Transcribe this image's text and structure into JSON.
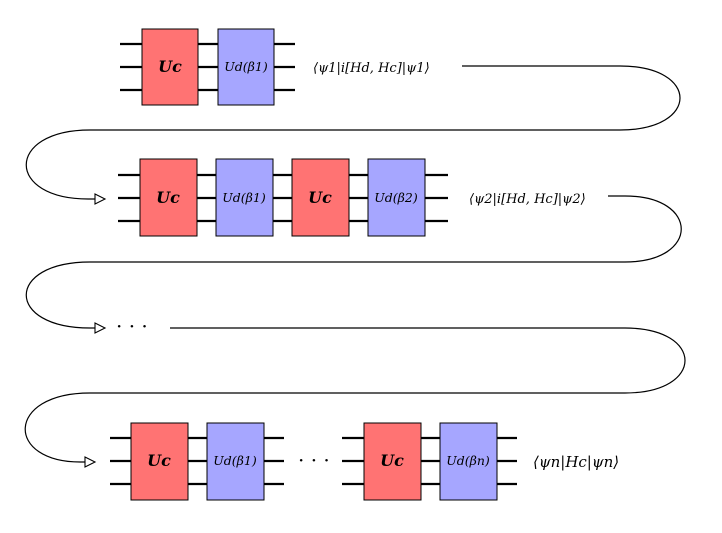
{
  "gates": {
    "cost": "Uc",
    "mixer_1": "Ud(β1)",
    "mixer_2": "Ud(β2)",
    "mixer_n": "Ud(βn)"
  },
  "expectations": {
    "stage1": "⟨ψ1|i[Hd, Hc]|ψ1⟩",
    "stage2": "⟨ψ2|i[Hd, Hc]|ψ2⟩",
    "final": "⟨ψn|Hc|ψn⟩"
  },
  "ellipsis": "· · ·"
}
